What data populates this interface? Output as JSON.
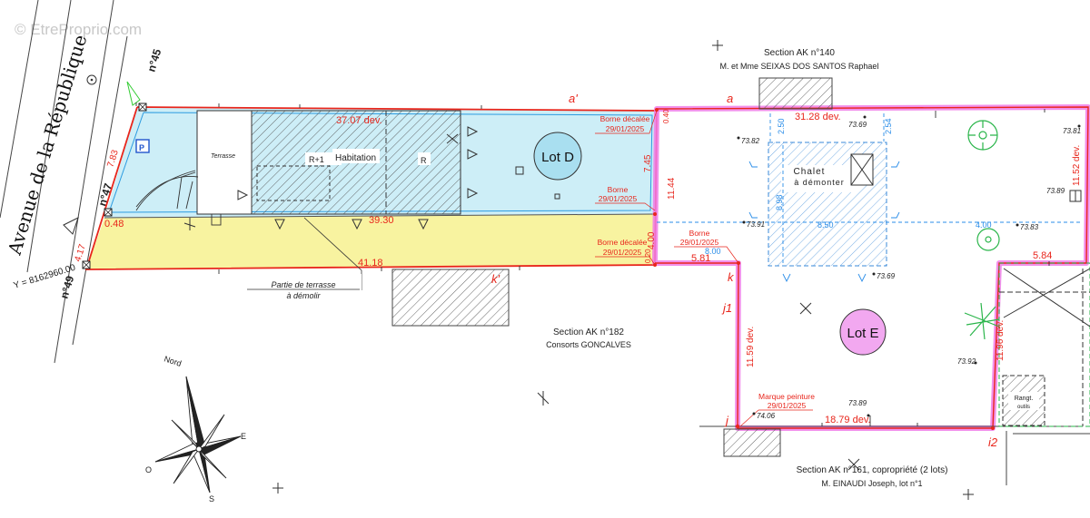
{
  "watermark": "© EtreProprio.com",
  "street": {
    "name": "Avenue de la République",
    "numbers": [
      "n°45",
      "n°47",
      "n°49"
    ]
  },
  "coord_label": "Y = 8162960.00",
  "points": {
    "a_prime": "a'",
    "a": "a",
    "k": "k",
    "k_prime": "k'",
    "j1": "j1",
    "j": "j",
    "i2": "i2"
  },
  "lots": [
    {
      "name": "Lot D",
      "color": "#a9dff0"
    },
    {
      "name": "Lot E",
      "color": "#f2a8f0"
    }
  ],
  "buildings": {
    "terrasse": "Terrasse",
    "r1": "R+1",
    "habitation": "Habitation",
    "r": "R",
    "chalet_line1": "Chalet",
    "chalet_line2": "à démonter",
    "rangt_line1": "Rangt.",
    "rangt_line2": "outils"
  },
  "terrace_note": {
    "line1": "Partie de terrasse",
    "line2": "à démolir"
  },
  "sections": {
    "ak140_title": "Section AK n°140",
    "ak140_owner": "M. et Mme SEIXAS DOS SANTOS Raphael",
    "ak182_title": "Section AK n°182",
    "ak182_owner": "Consorts GONCALVES",
    "ak161_title": "Section AK n°161, copropriété (2 lots)",
    "ak161_owner": "M. EINAUDI Joseph, lot n°1"
  },
  "dimensions": {
    "d_37_07": "37.07 dev.",
    "d_39_30": "39.30",
    "d_41_18": "41.18",
    "d_7_83": "7.83",
    "d_0_48": "0.48",
    "d_4_17": "4.17",
    "d_7_45": "7.45",
    "d_11_44": "11.44",
    "d_4_00": "4.00",
    "d_0_40": "0.40",
    "d_0_20": "0.20",
    "d_31_28": "31.28 dev.",
    "d_11_52": "11.52 dev.",
    "d_5_81": "5.81",
    "d_5_84": "5.84",
    "d_11_59": "11.59 dev.",
    "d_11_96": "11.96 dev.",
    "d_18_79": "18.79 dev.",
    "b_2_50": "2.50",
    "b_2_54": "2.54",
    "b_8_98": "8.98",
    "b_8_00": "8.00",
    "b_8_50": "8.50",
    "b_4_00": "4.00"
  },
  "bornes": {
    "borne_decalee_1": "Borne décalée",
    "date_1": "29/01/2025",
    "borne_2": "Borne",
    "date_2": "29/01/2025",
    "borne_decalee_3": "Borne décalée",
    "date_3": "29/01/2025",
    "borne_4": "Borne",
    "date_4": "29/01/2025",
    "marque": "Marque peinture",
    "date_5": "29/01/2025"
  },
  "elevations": {
    "e1": "73.69",
    "e2": "73.82",
    "e3": "73.91",
    "e4": "73.69",
    "e5": "73.81",
    "e6": "73.89",
    "e7": "73.83",
    "e8": "73.89",
    "e9": "74.06",
    "e10": "73.92"
  },
  "compass": {
    "north": "Nord",
    "east": "E",
    "west": "O",
    "south": "S"
  }
}
